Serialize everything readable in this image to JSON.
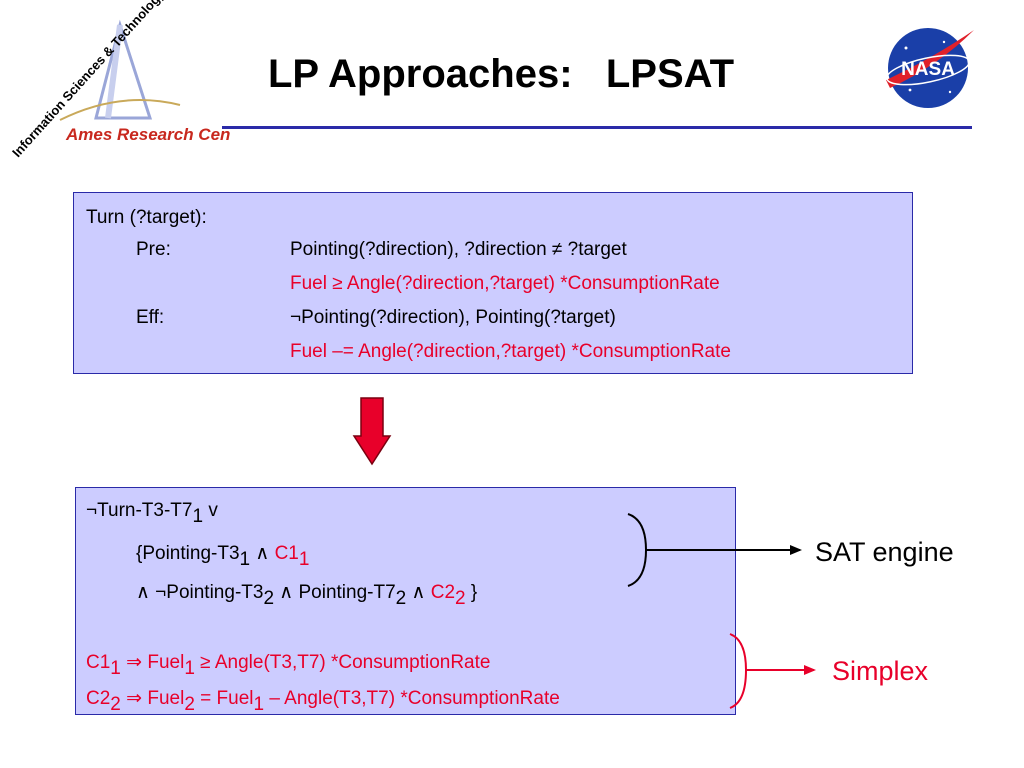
{
  "header": {
    "title": "LP Approaches:   LPSAT",
    "logo_left": {
      "arc_text": "Information Sciences & Technology",
      "center_text": "Ames Research Center"
    },
    "logo_right": {
      "text": "NASA"
    }
  },
  "action_box": {
    "head": "Turn (?target):",
    "pre_label": "Pre:",
    "pre_line1": "Pointing(?direction), ?direction ≠ ?target",
    "pre_line2": "Fuel ≥ Angle(?direction,?target) *ConsumptionRate",
    "eff_label": "Eff:",
    "eff_line1": "¬Pointing(?direction), Pointing(?target)",
    "eff_line2": "Fuel –= Angle(?direction,?target) *ConsumptionRate"
  },
  "encoding_box": {
    "l1_a": "¬Turn-T3-T7",
    "l1_sub": "1",
    "l1_b": " v",
    "l2_a": "{Pointing-T3",
    "l2_sub1": "1",
    "l2_b": " ∧ ",
    "l2_c": "C1",
    "l2_sub2": "1",
    "l3_a": "∧ ¬Pointing-T3",
    "l3_sub1": "2",
    "l3_b": " ∧ Pointing-T7",
    "l3_sub2": "2",
    "l3_c": " ∧ ",
    "l3_d": "C2",
    "l3_sub3": "2",
    "l3_e": " }",
    "l4_a": "C1",
    "l4_sub1": "1",
    "l4_b": " ⇒ Fuel",
    "l4_sub2": "1",
    "l4_c": " ≥ Angle(T3,T7) *ConsumptionRate",
    "l5_a": "C2",
    "l5_sub1": "2",
    "l5_b": " ⇒ Fuel",
    "l5_sub2": "2",
    "l5_c": " = Fuel",
    "l5_sub3": "1",
    "l5_d": " – Angle(T3,T7) *ConsumptionRate"
  },
  "labels": {
    "sat": "SAT engine",
    "simplex": "Simplex"
  },
  "colors": {
    "accent_red": "#e8002a",
    "box_fill": "#ccccff",
    "rule_blue": "#2a2aa8"
  }
}
